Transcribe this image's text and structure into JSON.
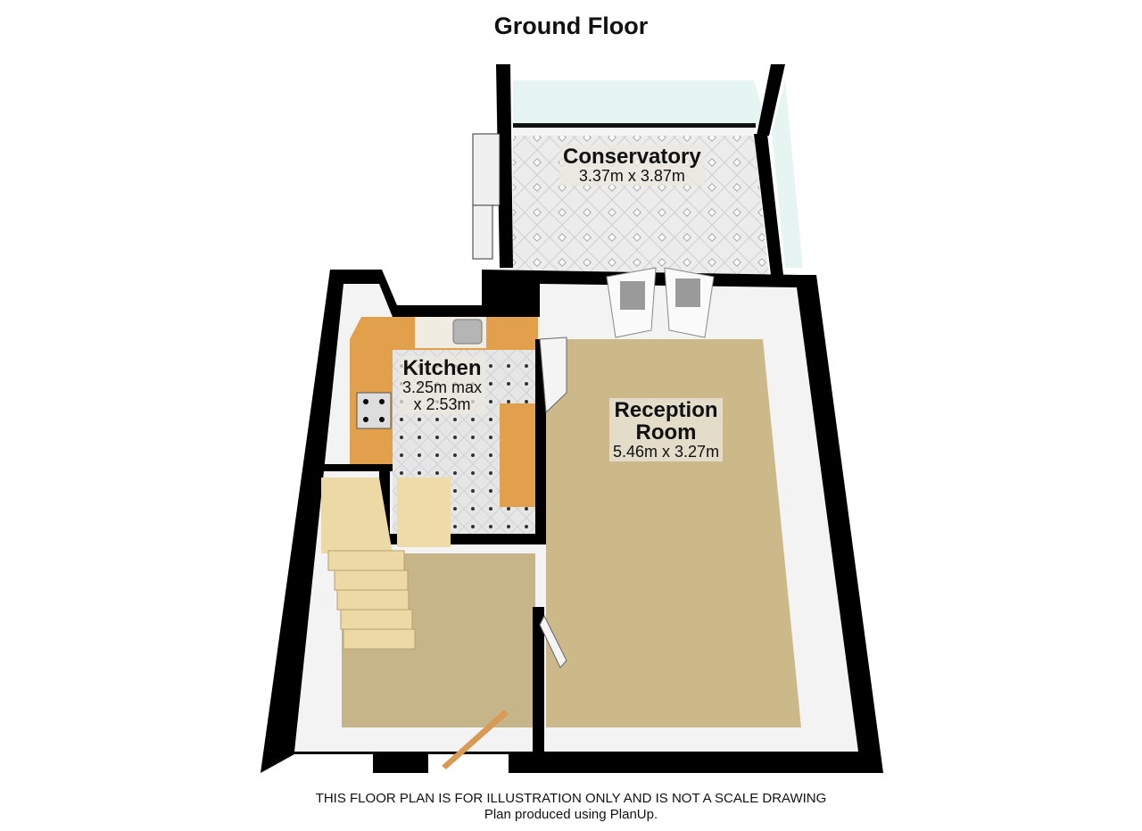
{
  "title": "Ground Floor",
  "rooms": [
    {
      "name": "Conservatory",
      "dims": "3.37m x 3.87m"
    },
    {
      "name": "Kitchen",
      "dims_line1": "3.25m max",
      "dims_line2": "x 2.53m"
    },
    {
      "name_line1": "Reception",
      "name_line2": "Room",
      "dims": "5.46m x 3.27m"
    }
  ],
  "footer": {
    "disclaimer": "THIS FLOOR PLAN IS FOR ILLUSTRATION ONLY AND IS NOT A SCALE DRAWING",
    "credit": "Plan produced using PlanUp."
  },
  "colors": {
    "wall": "#000000",
    "carpet": "#cbb98a",
    "counter": "#e3a04c",
    "tile": "#e4e4e4",
    "glass": "#d9f0ee"
  }
}
